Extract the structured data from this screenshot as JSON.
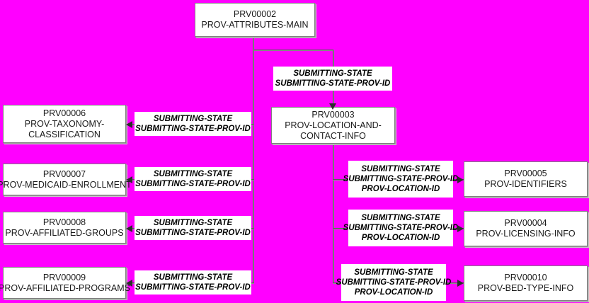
{
  "canvas": {
    "background_color": "#FF00FF",
    "line_color": "#808080",
    "box_fill": "#FFFFFF",
    "box_border": "#808080"
  },
  "entities": {
    "prv00002": {
      "id": "PRV00002",
      "name": "PROV-ATTRIBUTES-MAIN"
    },
    "prv00003": {
      "id": "PRV00003",
      "name_line1": "PROV-LOCATION-AND-",
      "name_line2": "CONTACT-INFO"
    },
    "prv00006": {
      "id": "PRV00006",
      "name_line1": "PROV-TAXONOMY-",
      "name_line2": "CLASSIFICATION"
    },
    "prv00007": {
      "id": "PRV00007",
      "name": "PROV-MEDICAID-ENROLLMENT"
    },
    "prv00008": {
      "id": "PRV00008",
      "name": "PROV-AFFILIATED-GROUPS"
    },
    "prv00009": {
      "id": "PRV00009",
      "name": "PROV-AFFILIATED-PROGRAMS"
    },
    "prv00005": {
      "id": "PRV00005",
      "name": "PROV-IDENTIFIERS"
    },
    "prv00004": {
      "id": "PRV00004",
      "name": "PROV-LICENSING-INFO"
    },
    "prv00010": {
      "id": "PRV00010",
      "name": "PROV-BED-TYPE-INFO"
    }
  },
  "relationship_labels": {
    "main_to_location": {
      "line1": "SUBMITTING-STATE",
      "line2": "SUBMITTING-STATE-PROV-ID"
    },
    "to_taxonomy": {
      "line1": "SUBMITTING-STATE",
      "line2": "SUBMITTING-STATE-PROV-ID"
    },
    "to_medicaid": {
      "line1": "SUBMITTING-STATE",
      "line2": "SUBMITTING-STATE-PROV-ID"
    },
    "to_groups": {
      "line1": "SUBMITTING-STATE",
      "line2": "SUBMITTING-STATE-PROV-ID"
    },
    "to_programs": {
      "line1": "SUBMITTING-STATE",
      "line2": "SUBMITTING-STATE-PROV-ID"
    },
    "to_identifiers": {
      "line1": "SUBMITTING-STATE",
      "line2": "SUBMITTING-STATE-PROV-ID",
      "line3": "PROV-LOCATION-ID"
    },
    "to_licensing": {
      "line1": "SUBMITTING-STATE",
      "line2": "SUBMITTING-STATE-PROV-ID",
      "line3": "PROV-LOCATION-ID"
    },
    "to_bedtype": {
      "line1": "SUBMITTING-STATE",
      "line2": "SUBMITTING-STATE-PROV-ID",
      "line3": "PROV-LOCATION-ID"
    }
  }
}
